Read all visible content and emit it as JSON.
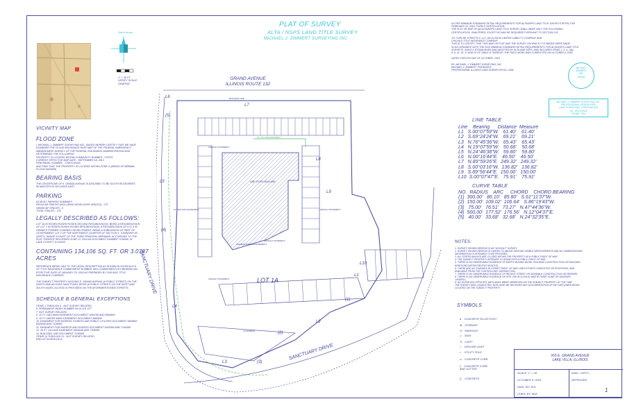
{
  "survey_title": {
    "line1": "PLAT OF SURVEY",
    "line2": "ALTA / NSPS LAND TITLE SURVEY",
    "line3": "MICHAEL J. ZIMMERT SURVEYING INC."
  },
  "vicinity_map": {
    "title": "VICINITY MAP"
  },
  "north_arrow": {
    "label": "North Arrow",
    "scale_text": "1\" = 30 FT.\nVERIFY SCALE\nGRAPHIC"
  },
  "flood_zone": {
    "heading": "FLOOD ZONE",
    "text": "I, MICHAEL J. ZIMMERT SURVEYING INC., BASED HEREBY CERTIFY THAT WE HAVE\nEXAMINED THE FLOOD INSURANCE RATE MAP OF THE FEDERAL EMERGENCY\nMANAGEMENT AGENCY OF THE FEDERAL INSURANCE ADMINISTRATION AND\nDETERMINED THE FOLLOWING:\nPROPERTY IS LOCATED WITHIN COMMUNITY NUMBER - 170375\nCURRENT EFFECTIVE MAP DATE - SEPTEMBER 18, 2013\nFIRM PANEL NUMBER - 17097C0041K\nAND FIND THAT THE PROPERTY IS LOCATED WITHIN ZONE X (AREAS OF MINIMAL\nFLOOD HAZARD)"
  },
  "bearing_basis": {
    "heading": "BEARING BASIS",
    "text": "THE CENTERLINE OF E. GRAND AVENUE IS ASSUMED TO BE SOUTH 89 DEGREES\n58 MINUTES 00 SECONDS EAST"
  },
  "parking": {
    "heading": "PARKING",
    "text": "AS BUILT PARKING SUMMARY:\nREGULAR SPACES (INCLUDING DEVELOPER SPACES) - 273\nHANDICAP SPACES - 5\nTOTAL SPACES - 278"
  },
  "legal": {
    "heading": "LEGALLY DESCRIBED AS FOLLOWS:",
    "text": "LOT 1A IN ROSEN ROSEN ROSEN SECOND RESUBDIVISION, BEING A RESUBDIVISION\nOF LOT 1 IN ROSEN ROSEN ROSEN RESUBDIVISION, A RESUBDIVISION OF LOT 3 IN\nGRAND'S FORMER COMPANY DEVELOPMENT, BEING A SUBDIVISION OF PART OF\nGOVERNMENT LOT 2 OF THE NORTHWEST QUARTER OF SECTION 4, TOWNSHIP 45\nNORTH, RANGE 10 EAST OF THE THIRD PRINCIPAL MERIDIAN, ACCORDING TO THE\nPLAT THEREOF RECORDED JUNE 13, 2014 AS DOCUMENT NUMBER 7106099, IN\nLAKE COUNTY, ILLINOIS."
  },
  "containing": {
    "heading": "CONTAINING 134,106 SQ. FT. OR 3.0787\nACRES",
    "text": "REFERENCE BEING HAD TO THE LEGAL DESCRIPTION AS SHOWN IN SCHEDULE A\nOF TITLE INSURANCE COMMITMENT NUMBER 1461-COMMITMENT-LEY BEARING AN\nEFFECTIVE DATE OF JANUARY 23, 2015 AS PREPARED BY CHICAGO TITLE\nINSURANCE COMPANY.\n\nTHE SUBJECT PROPERTY ADJOINS E. GRAND AVENUE (A PUBLIC STREET) ON THE\nNORTH AND ADJOINS SANCTUARY DRIVE (A PUBLIC STREET) ON THE WEST AND\nSOUTH SIDES. ACCESS IS PROVIDED VIA THE AFOREMENTIONED STREETS."
  },
  "schedule_b": {
    "heading": "SCHEDULE B GENERAL EXCEPTIONS",
    "text": "ITEMS 1 THROUGH 5 - NOT SURVEY RELATED\n6. PERMANENT INDEX NUMBER 06-01-101-077\n7. NOT SURVEY RELATED\n8. 10 FT. GAS MAIN EASEMENT DOCUMENT 1284758 AND 8665842\n9. 10 FT. WATER MAIN EASEMENT DOCUMENT 6665842\n10. EASEMENT FOR INGRESS, EGRESS AND PUBLIC UTILITIES DOCUMENT 6665842\n    6925049 AND 7106099\n11. EASEMENT FOR INGRESS AND EGRESS DOCUMENT 6925049 AND 7106099\n12. 15 FT. VILLAGE EASEMENT 6925049 AND 7106099\n13. BUILDING LINE DOCUMENT 7106099\nITEMS 14 THROUGH 21 - NOT SURVEY RELATED\nEND OF SCHEDULE B"
  },
  "certification": {
    "text": "AS PER MINIMUM STANDARD DETAIL REQUIREMENTS FOR ALTA/NSPS LAND TITLE SURVEYS EFFECTIVE\nFEBRUARY 23, 2016, FORM 5 CERTIFICATION:\nTHE PLAT OR MAP OF AN ALTA/NSPS LAND TITLE SURVEY SHALL BEAR ONLY THE FOLLOWING\nCERTIFICATION, UNALTERED, EXCEPT AS MAY BE REQUIRED PURSUANT TO SECTION 3.B.\n\nTO: TORCHE STREETS II, LLC, AN ILLINOIS LIMITED LIABILITY COMPANY AND\n    CHICAGO TITLE INSURANCE COMPANY\nTHIS IS TO CERTIFY THAT THIS MAP OR PLAT AND THE SURVEY ON WHICH IT IS BASED WERE MADE\nIN ACCORDANCE WITH THE 2016 MINIMUM STANDARD DETAIL REQUIREMENTS FOR ALTA/NSPS LAND TITLE\nSURVEYS, JOINTLY ESTABLISHED AND ADOPTED BY ALTA AND NSPS, AND INCLUDES ITEMS 2, 3, 4, 7(A),\n8, 9, 11, 16, 17 AND 20 OF TABLE A THEREOF. THE FIELD WORK WAS COMPLETED ON OCTOBER 4, 2016.\n\nDATED THIS 6TH DAY OF OCTOBER, 2016\n\nBY: MICHAEL J. ZIMMERT SURVEYING, INC.\nMICHAEL J. ZIMMERT, PRESIDENT\nPROFESSIONAL ILLINOIS LAND SURVEYOR NO. 2494"
  },
  "seal": {
    "text": "MICHAEL\nZIMMERT\n035-\n002494"
  },
  "company_stamp": {
    "text": "MICHAEL J. ZIMMERT SURVEYING INC.\nPROFESSIONAL DESIGN FIRM\nLAND SURVEYING CORPORATION\nNO. 184-004929\nPHONE / FAX"
  },
  "line_table": {
    "title": "LINE TABLE",
    "header": "Line    Bearing      Distance  Measure",
    "rows": [
      "L1   S.00°07'59\"W.   61.40'    61.40'",
      "L2   S.69°24'24\"W.   69.21'    69.21'",
      "L3   N.76°45'36\"W.   65.43'    65.43'",
      "L4   N.19°07'59\"W.   50.68'    50.68'",
      "L5   N.24°46'38\"W.   59.80'    59.80'",
      "L6   N.00°16'44\"E.   46.50'    46.50'",
      "L7   N.89°59'26\"E.  249.32'   249.32'",
      "L8   S.00°03'16\"W.  136.82'   136.82'",
      "L9   S.89°56'44\"E.  150.00'   150.00'",
      "L10  S.00°07'47\"E.   75.91'    75.91'"
    ]
  },
  "curve_table": {
    "title": "CURVE TABLE",
    "header": "NO.  RADIUS    ARC     CHORD    CHORD BEARING",
    "rows": [
      "(1)  300.00'   86.10'   85.80'   S.61°11'37\"W.",
      "(2)  150.00'  109.02'  106.64'   S.86°19'43\"W.",
      "(3)   75.00'   76.51'   73.27'   N.47°44'36\"W.",
      "(4)  500.00'  177.52'  176.56'   N.12°04'37\"E.",
      "(5)   40.00'   33.68'   32.68'   N.24°32'35\"E."
    ]
  },
  "notes": {
    "heading": "NOTES:",
    "text": "1. SURVEY SHOWN HEREON IS AN \"AS BUILT\" SURVEY.\n2. SURVEY SHOWN HEREON IS LIMITED TO ABOVE GROUND VISIBLE IMPROVEMENTS AND NO UNDERGROUND\n   INFORMATION IS INTENDED TO BE PROVIDED.\n3. ALL STATED ANGLES ARE CLOSED WITHIN THE PROPERTY AS A PUBLIC RIGHT OF WAY.\n4. THE SUBJECT PROPERTY APPEARS TO DRAIN INTO A PUBLIC RIGHT OF WAY.\n5. THERE IS NO OBSERVABLE EVIDENCE OF EARTH MOVING WORK, BUILDING CONSTRUCTION OR BUILDING\n   ADDITIONS WITHIN RECENT MONTHS.\n6. THERE ARE NO CHANGES IN STREET RIGHT OF WAY LINES EITHER COMPLETED OR PROPOSED, AND\n   AVAILABLE FROM THE CONTROLLING JURISDICTION.\n7. THERE IS NO OBSERVABLE EVIDENCE OF RECENT STREET OR SIDEWALK CONSTRUCTION OR REPAIRS.\n8. THERE IS NO OBSERVABLE EVIDENCE OF SITE USE AS A SOLID WASTE DUMP, SUMP OR SANITARY\n   LANDFILL.\n9. NO SURVEYED OFFSITES, WETLANDS WERE OBSERVED ON THE SUBJECT PROPERTY AT THE TIME\n   THE SURVEY WAS CONDUCTED. NOR HAVE WE RECEIVED ANY DOCUMENTATION OF ANY WETLANDS BEING\n   LOCATED ON THE SUBJECT PROPERTY."
  },
  "symbols": {
    "title": "SYMBOLS",
    "items": [
      "CONCRETE FILLED POST",
      "HYDRANT",
      "MANHOLE",
      "SIGN",
      "LIGHT",
      "GROUND LIGHT",
      "UTILITY POLE",
      "CONCRETE CURB",
      "CONCRETE CURB\nAND GUTTER",
      "CONCRETE"
    ]
  },
  "title_block": {
    "address": "955 E. GRAND AVENUE\nLAKE VILLA, ILLINOIS",
    "scale": "SCALE: 1\" = 30'",
    "date": "OCTOBER 6, 2016",
    "drawn": "DWG. BY: M.K.",
    "chkd": "CHKD. BY: MJZ",
    "drawn_label": "DWG. / MTVT...",
    "approved": "APPROVED",
    "number": "1"
  },
  "plan": {
    "street_north": "GRAND AVENUE\nILLINOIS ROUTE 132",
    "street_west": "SANCTUARY DRIVE",
    "street_south": "SANCTUARY DRIVE",
    "lot_label": "LOT 1A",
    "line_labels": [
      "L7",
      "L8",
      "L9",
      "L10",
      "L6",
      "L5",
      "L4",
      "L3",
      "L2",
      "L1"
    ],
    "curve_labels": [
      "(1)",
      "(2)",
      "(3)",
      "(4)",
      "(5)"
    ],
    "easement_labels": [
      "BUILDING LINE",
      "15' VILLAGE EASEMENT",
      "10' GAS MAIN EASEMENT",
      "INGRESS EGRESS EASEMENT",
      "ASPHALT PAVEMENT",
      "ASPHALT PAVEMENT",
      "ASPHALT PAVEMENT",
      "ASPHALT PAVEMENT",
      "CONCRETE",
      "ONE STORY BUILDING"
    ]
  },
  "colors": {
    "ink": "#3b3f95",
    "accent_cyan": "#41c4d8",
    "paper": "#ffffff"
  }
}
